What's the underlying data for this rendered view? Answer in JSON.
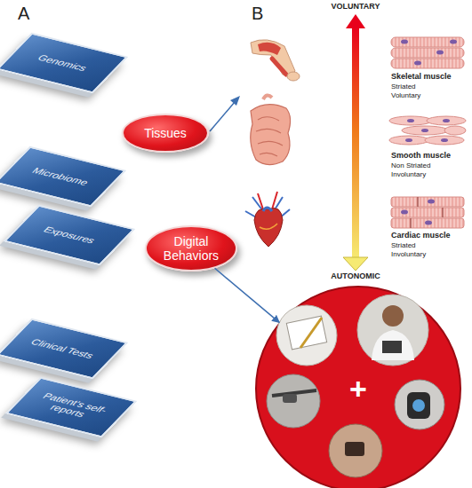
{
  "diagram": {
    "nodes": [
      {
        "text": [
          "Genomics"
        ]
      },
      {
        "text": [
          "Tissues"
        ]
      },
      {
        "text": [
          "Microbiome"
        ]
      },
      {
        "text": [
          "Exposures"
        ]
      },
      {
        "text": [
          "Digital Behaviors"
        ]
      },
      {
        "text": [
          "Clinical Tests"
        ]
      },
      {
        "text": [
          "Patient's self-reports"
        ]
      },
      {
        "text": [
          "+"
        ]
      }
    ],
    "edges": [
      {
        "from": 4,
        "to": 7,
        "arrow": "to"
      }
    ],
    "labels": [
      "A",
      "B",
      "VOLUNTARY",
      "AUTONOMIC",
      "Skeletal muscle",
      "Striated",
      "Voluntary",
      "Smooth muscle",
      "Non Striated",
      "Involuntary",
      "Cardiac muscle",
      "Striated",
      "Involuntary"
    ]
  }
}
